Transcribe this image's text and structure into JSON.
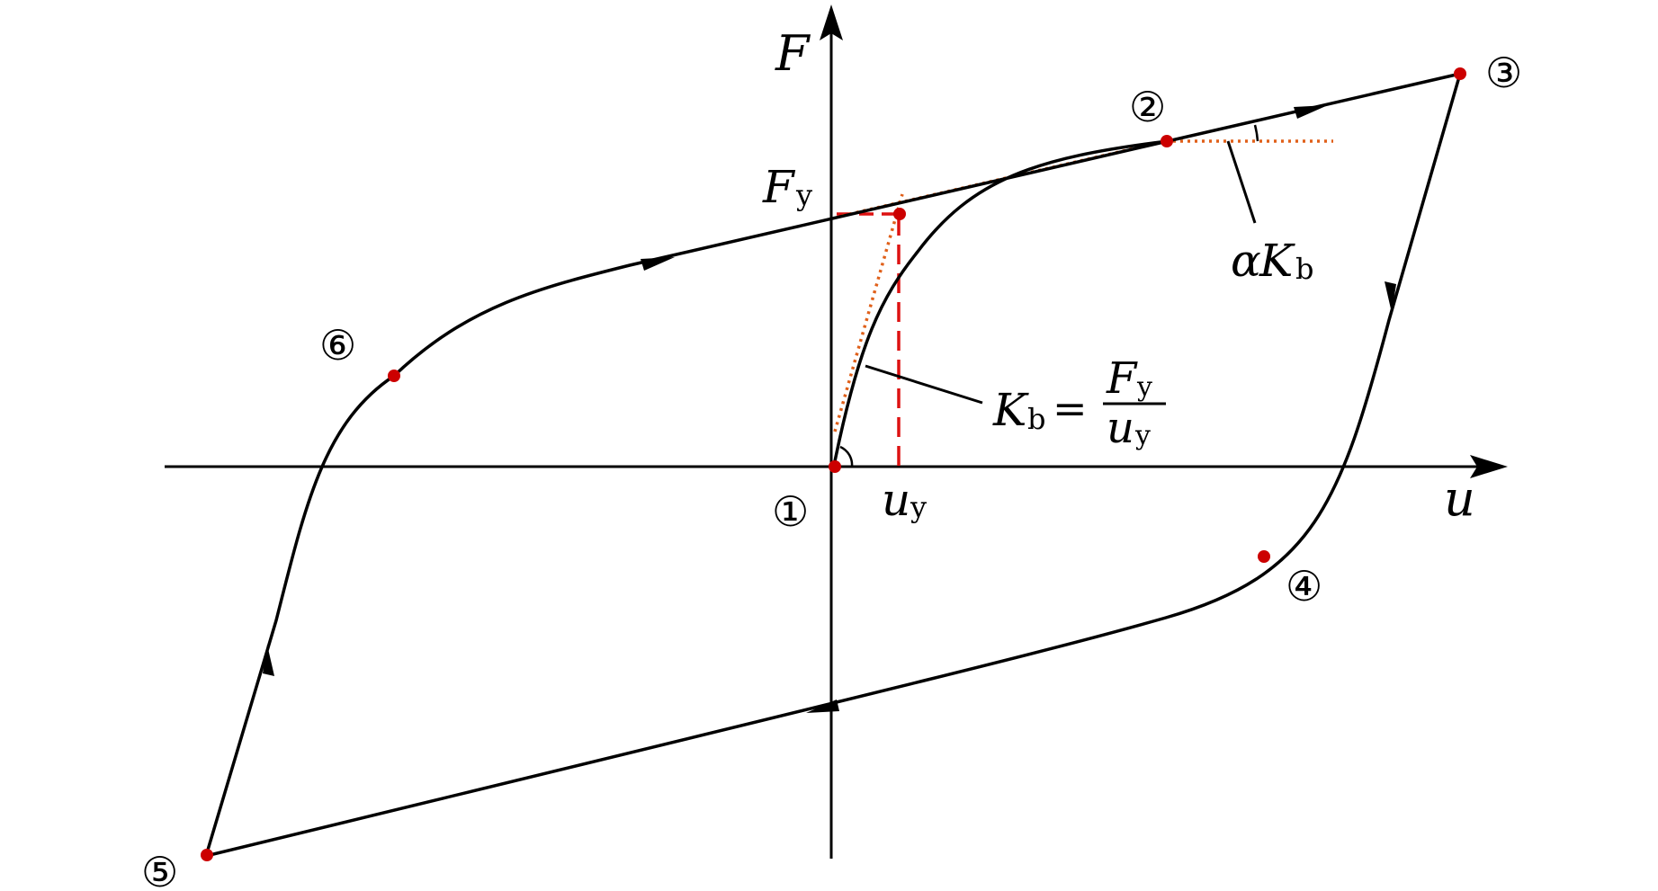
{
  "axes": {
    "x_label": "u",
    "y_label": "F"
  },
  "yield": {
    "force_label_main": "F",
    "force_label_sub": "y",
    "disp_label_main": "u",
    "disp_label_sub": "y"
  },
  "stiffness": {
    "initial_main": "K",
    "initial_sub": "b",
    "equals": "=",
    "fraction_num_main": "F",
    "fraction_num_sub": "y",
    "fraction_den_main": "u",
    "fraction_den_sub": "y",
    "post_alpha": "α",
    "post_main": "K",
    "post_sub": "b"
  },
  "points": [
    {
      "id": 1,
      "label": "①"
    },
    {
      "id": 2,
      "label": "②"
    },
    {
      "id": 3,
      "label": "③"
    },
    {
      "id": 4,
      "label": "④"
    },
    {
      "id": 5,
      "label": "⑤"
    },
    {
      "id": 6,
      "label": "⑥"
    }
  ],
  "colors": {
    "curve": "#000000",
    "point": "#cc0000",
    "yield_dashed": "#dd1111",
    "tangent_dotted": "#e0601a"
  }
}
